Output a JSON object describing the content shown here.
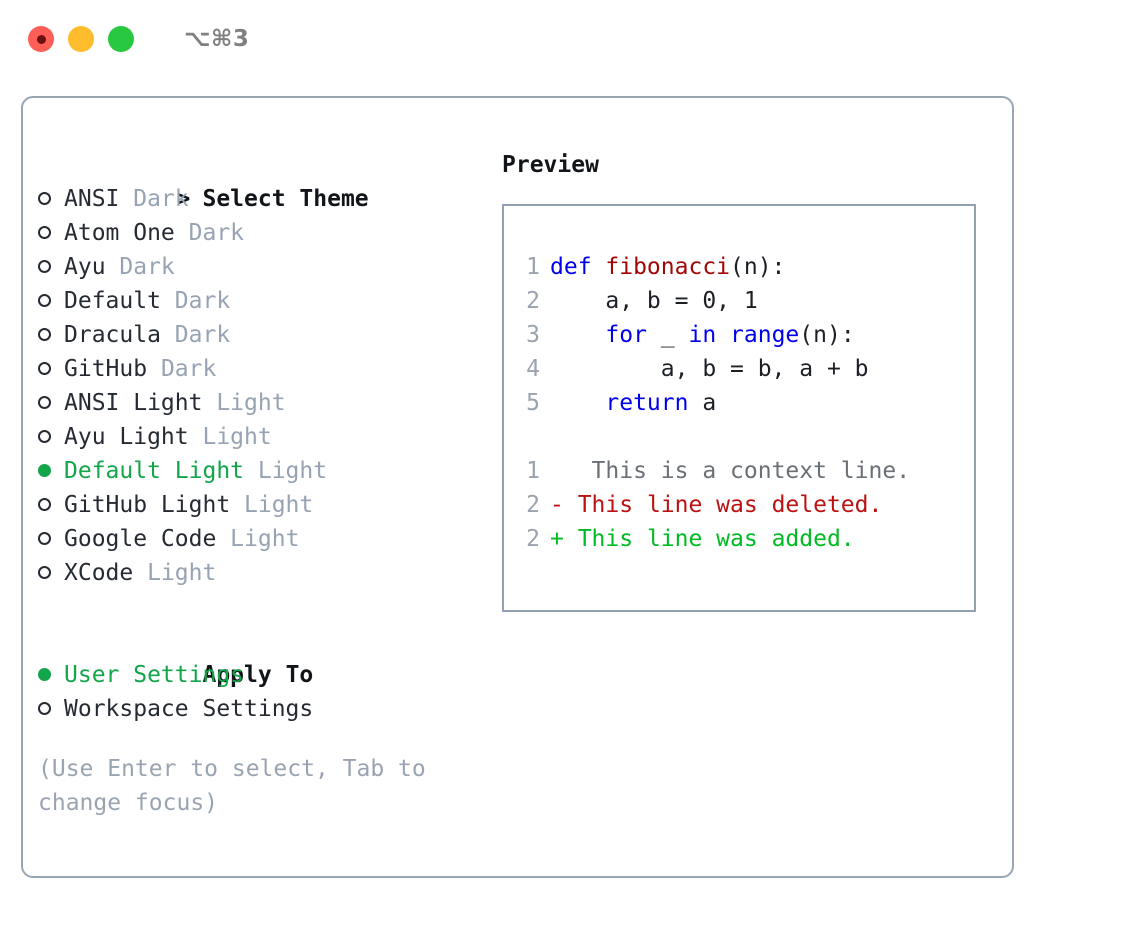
{
  "titlebar": {
    "traffic_lights": [
      "close",
      "minimize",
      "maximize"
    ],
    "shortcut": "⌥⌘3"
  },
  "theme_picker": {
    "header": "Select Theme",
    "header_prefix": "> ",
    "items": [
      {
        "name": "ANSI",
        "tag": "Dark",
        "selected": false
      },
      {
        "name": "Atom One",
        "tag": "Dark",
        "selected": false
      },
      {
        "name": "Ayu",
        "tag": "Dark",
        "selected": false
      },
      {
        "name": "Default",
        "tag": "Dark",
        "selected": false
      },
      {
        "name": "Dracula",
        "tag": "Dark",
        "selected": false
      },
      {
        "name": "GitHub",
        "tag": "Dark",
        "selected": false
      },
      {
        "name": "ANSI Light",
        "tag": "Light",
        "selected": false
      },
      {
        "name": "Ayu Light",
        "tag": "Light",
        "selected": false
      },
      {
        "name": "Default Light",
        "tag": "Light",
        "selected": true
      },
      {
        "name": "GitHub Light",
        "tag": "Light",
        "selected": false
      },
      {
        "name": "Google Code",
        "tag": "Light",
        "selected": false
      },
      {
        "name": "XCode",
        "tag": "Light",
        "selected": false
      }
    ]
  },
  "apply_to": {
    "header": "Apply To",
    "items": [
      {
        "name": "User Settings",
        "selected": true
      },
      {
        "name": "Workspace Settings",
        "selected": false
      }
    ]
  },
  "hint": "(Use Enter to select, Tab to change focus)",
  "preview": {
    "title": "Preview",
    "code_lines": [
      {
        "num": "1",
        "tokens": [
          {
            "t": "def ",
            "c": "kw"
          },
          {
            "t": "fibonacci",
            "c": "fn"
          },
          {
            "t": "(n):",
            "c": "pl"
          }
        ]
      },
      {
        "num": "2",
        "tokens": [
          {
            "t": "    a, b = 0, 1",
            "c": "pl"
          }
        ]
      },
      {
        "num": "3",
        "tokens": [
          {
            "t": "    ",
            "c": "pl"
          },
          {
            "t": "for",
            "c": "kw"
          },
          {
            "t": " _ ",
            "c": "pl"
          },
          {
            "t": "in",
            "c": "kw"
          },
          {
            "t": " ",
            "c": "pl"
          },
          {
            "t": "range",
            "c": "kw"
          },
          {
            "t": "(n):",
            "c": "pl"
          }
        ]
      },
      {
        "num": "4",
        "tokens": [
          {
            "t": "        a, b = b, a + b",
            "c": "pl"
          }
        ]
      },
      {
        "num": "5",
        "tokens": [
          {
            "t": "    ",
            "c": "pl"
          },
          {
            "t": "return",
            "c": "kw"
          },
          {
            "t": " a",
            "c": "pl"
          }
        ]
      }
    ],
    "diff_lines": [
      {
        "num": "1",
        "sign": " ",
        "text": "  This is a context line.",
        "c": "ctx"
      },
      {
        "num": "2",
        "sign": "-",
        "text": " This line was deleted.",
        "c": "del"
      },
      {
        "num": "2",
        "sign": "+",
        "text": " This line was added.",
        "c": "add"
      }
    ]
  },
  "colors": {
    "accent_green": "#12a54a",
    "tag_gray": "#97a3b2",
    "hint_gray": "#9aa4b1",
    "border_gray": "#9aa5b4",
    "preview_border": "#94a0b0",
    "keyword_blue": "#0000ee",
    "function_red": "#a00808",
    "diff_add": "#00bb22",
    "diff_del": "#bb1111",
    "traffic_red": "#ff5f57",
    "traffic_yellow": "#ffbd2e",
    "traffic_green": "#28c840"
  }
}
